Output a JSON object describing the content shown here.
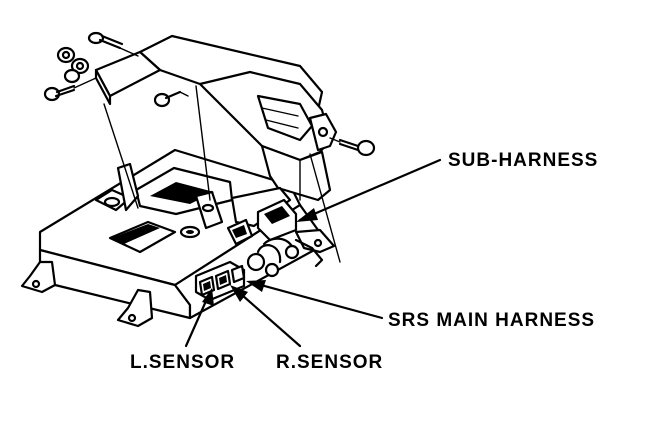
{
  "labels": {
    "sub_harness": "SUB-HARNESS",
    "srs_main_harness": "SRS MAIN HARNESS",
    "l_sensor": "L.SENSOR",
    "r_sensor": "R.SENSOR"
  },
  "colors": {
    "ink": "#000000",
    "paper": "#ffffff"
  }
}
